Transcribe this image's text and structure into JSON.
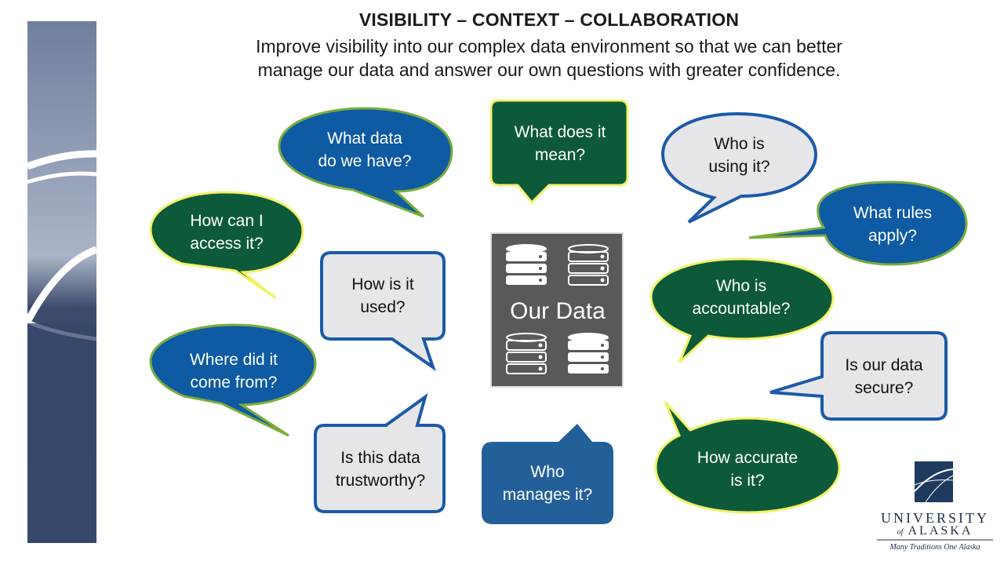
{
  "title": "VISIBILITY – CONTEXT – COLLABORATION",
  "subtitle_line1": "Improve visibility into our complex data environment so that we can better",
  "subtitle_line2": "manage our data and answer our own questions with greater confidence.",
  "center_label": "Our Data",
  "colors": {
    "blue": "#0e5aa3",
    "green": "#0d5a3a",
    "light": "#e6e6e8",
    "steel": "#23609a",
    "center_box": "#595959",
    "outline_green": "#7aac3c",
    "outline_yellow": "#f2f26a",
    "outline_blue": "#1b5aa8"
  },
  "bubbles": [
    {
      "id": "what-data",
      "text": "What data\ndo we have?"
    },
    {
      "id": "what-mean",
      "text": "What does it\nmean?"
    },
    {
      "id": "who-using",
      "text": "Who is\nusing it?"
    },
    {
      "id": "what-rules",
      "text": "What rules\napply?"
    },
    {
      "id": "how-access",
      "text": "How can I\naccess it?"
    },
    {
      "id": "how-used",
      "text": "How is it\nused?"
    },
    {
      "id": "who-accountable",
      "text": "Who is\naccountable?"
    },
    {
      "id": "where-from",
      "text": "Where did it\ncome from?"
    },
    {
      "id": "is-secure",
      "text": "Is our data\nsecure?"
    },
    {
      "id": "trustworthy",
      "text": "Is this data\ntrustworthy?"
    },
    {
      "id": "who-manages",
      "text": "Who\nmanages it?"
    },
    {
      "id": "how-accurate",
      "text": "How accurate\nis it?"
    }
  ],
  "logo": {
    "line1": "UNIVERSITY",
    "line2_of": "of",
    "line2": "ALASKA",
    "tagline": "Many Traditions One Alaska"
  }
}
